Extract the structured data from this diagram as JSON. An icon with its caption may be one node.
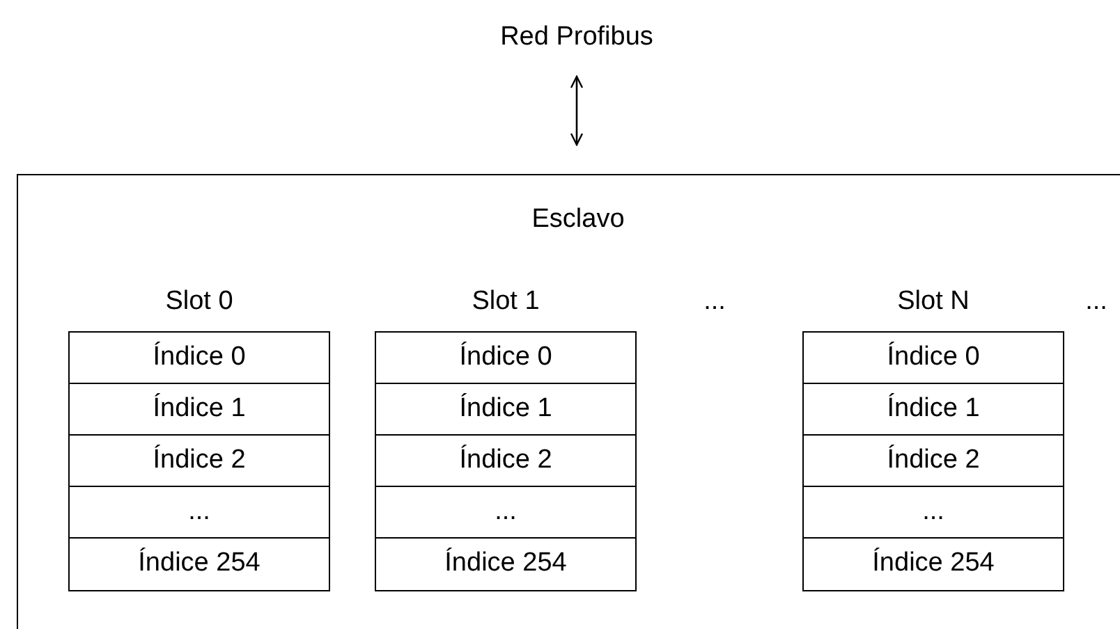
{
  "diagram": {
    "nodes": [
      {
        "text": [
          "Red Profibus"
        ]
      },
      {
        "text": [
          "Esclavo"
        ]
      },
      {
        "text": [
          "Slot 0",
          "Índice 0",
          "Índice 1",
          "Índice 2",
          "...",
          "Índice 254"
        ],
        "in": 1
      },
      {
        "text": [
          "Slot 1",
          "Índice 0",
          "Índice 1",
          "Índice 2",
          "...",
          "Índice 254"
        ],
        "in": 1
      },
      {
        "text": [
          "Slot N",
          "Índice 0",
          "Índice 1",
          "Índice 2",
          "...",
          "Índice 254"
        ],
        "in": 1
      }
    ],
    "edges": [
      {
        "from": 0,
        "to": 1,
        "arrow": "both"
      }
    ],
    "labels": [
      "...",
      "..."
    ]
  }
}
